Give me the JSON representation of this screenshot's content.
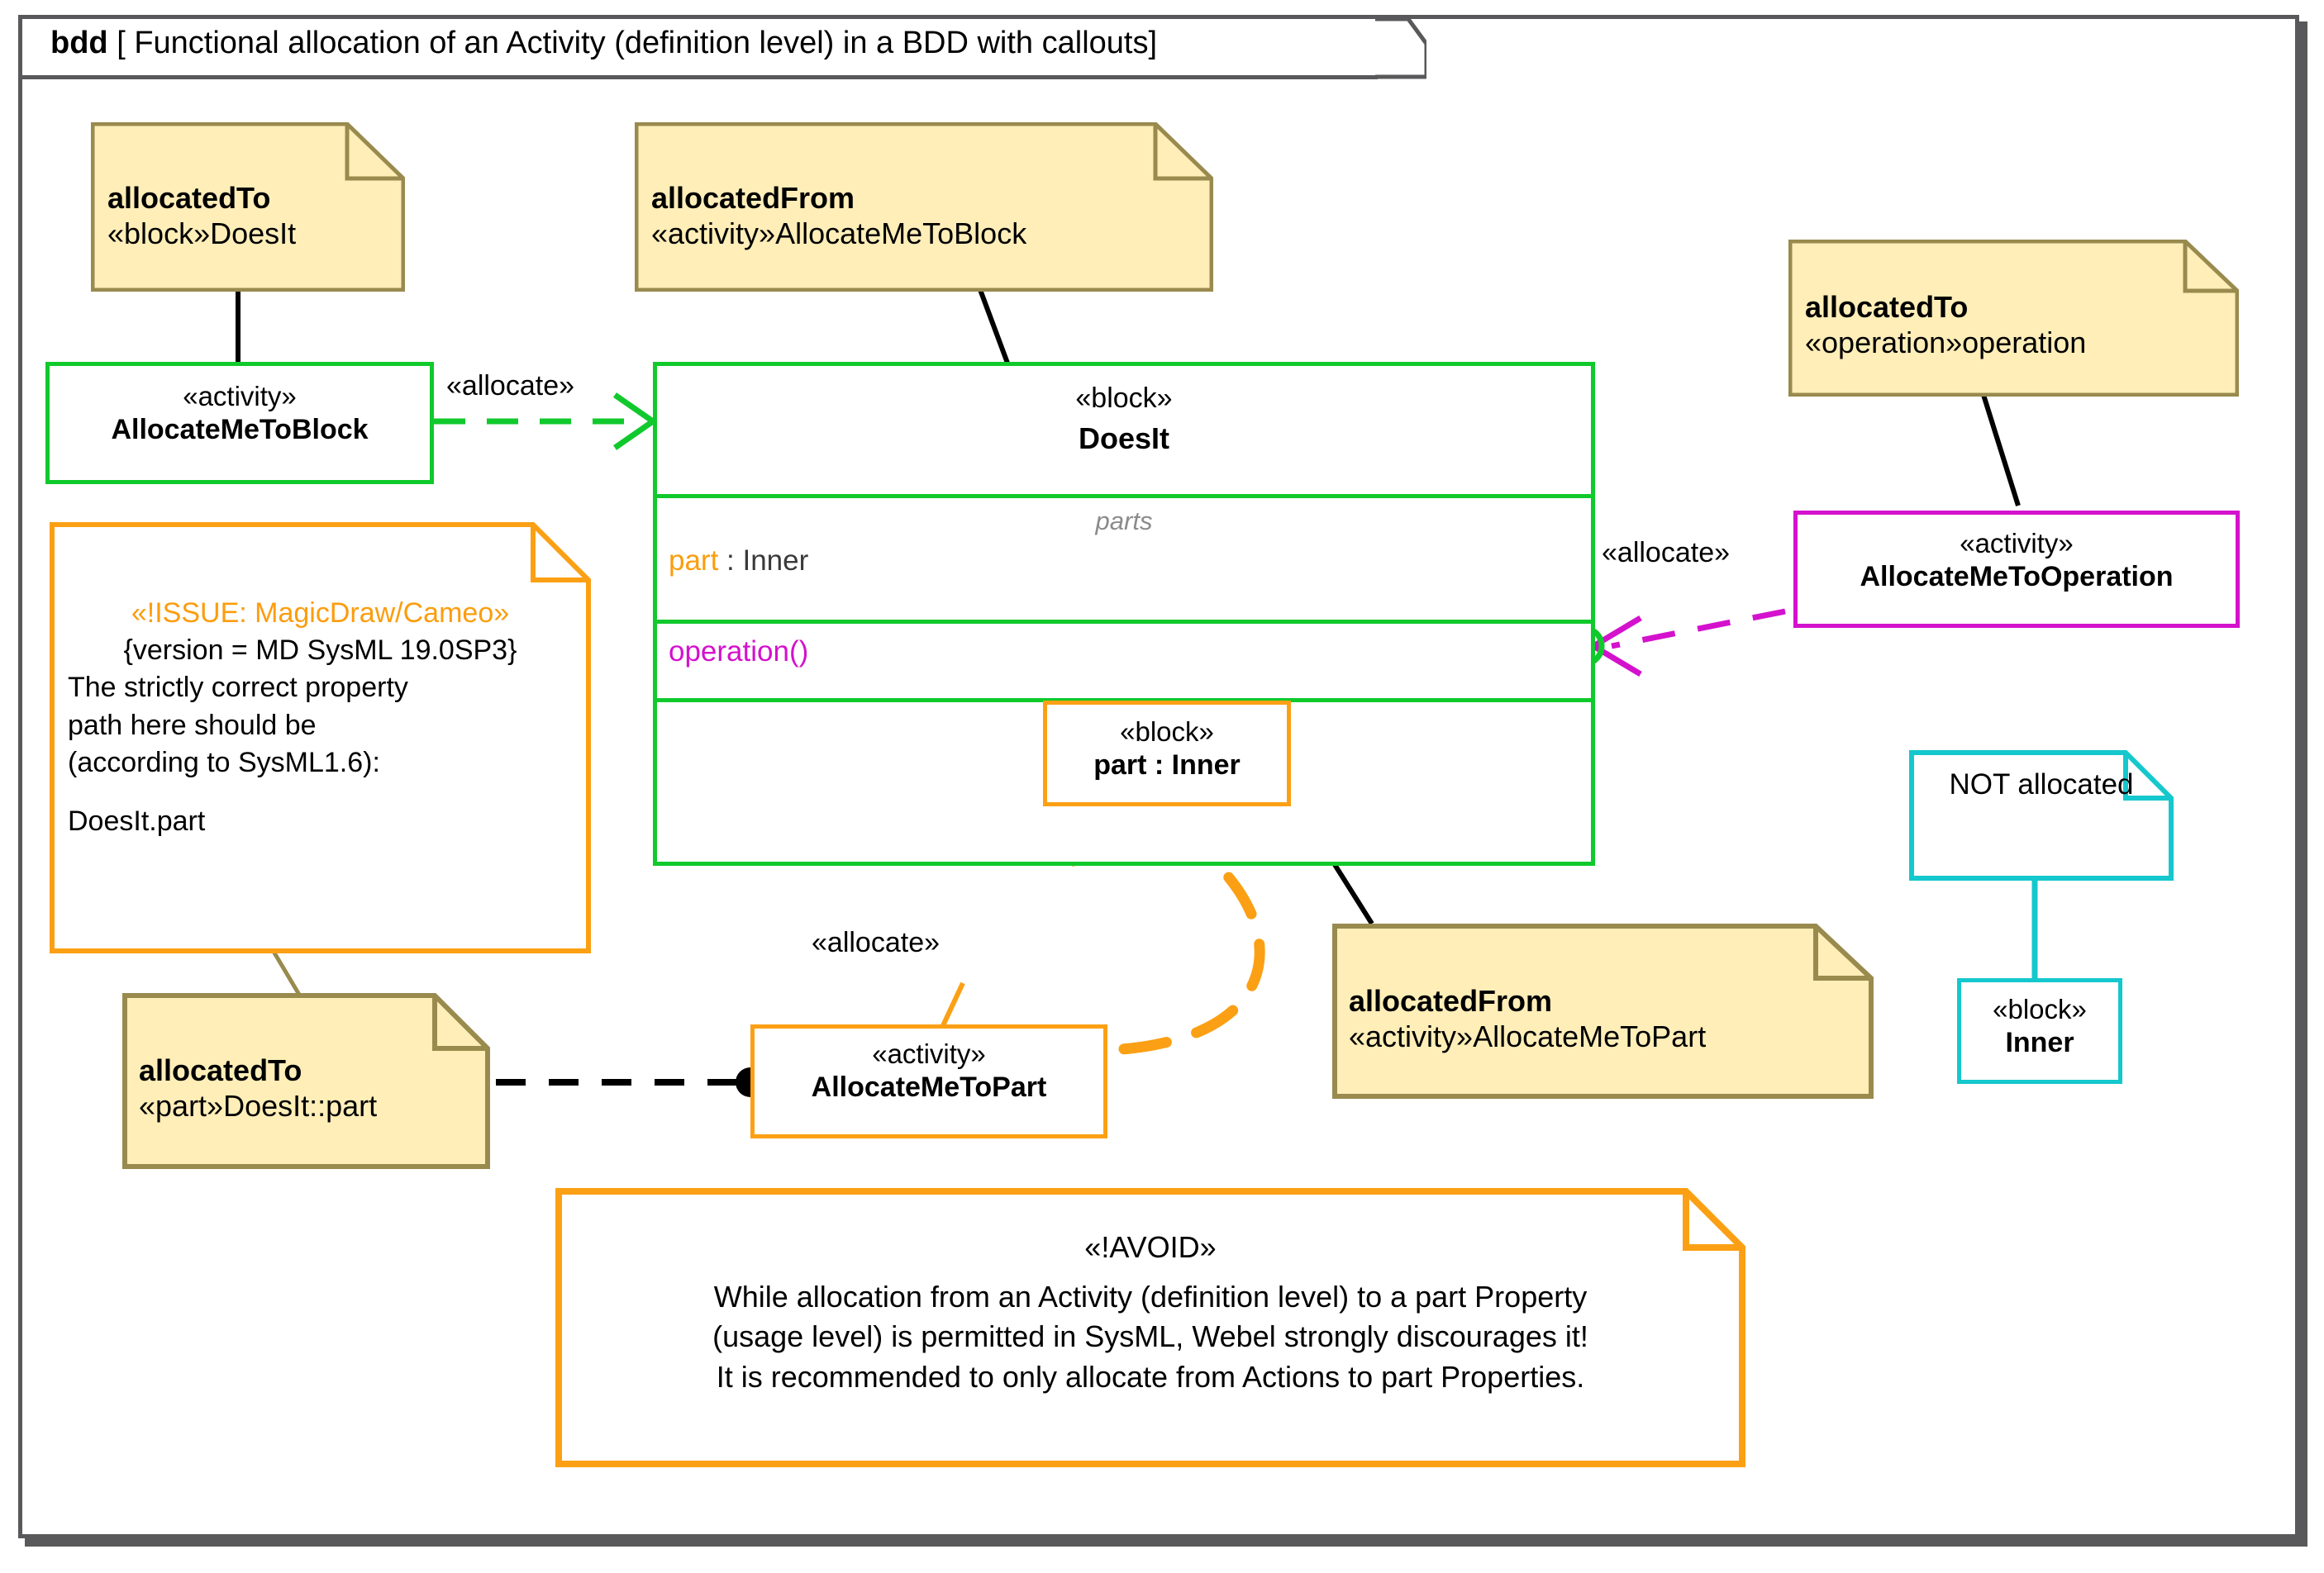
{
  "diagram": {
    "frame_kind": "bdd",
    "frame_title": "[ Functional allocation of an Activity (definition level) in a BDD with callouts]",
    "colors": {
      "frame": "#59595b",
      "note_fill": "#ffeeb8",
      "note_border": "#998a4e",
      "green": "#10c92c",
      "magenta": "#d411cd",
      "orange": "#fba014",
      "cyan": "#14c8cd",
      "parts_label": "#8b8b8b"
    }
  },
  "notes": {
    "allocated_to_block": {
      "title": "allocatedTo",
      "body": "«block»DoesIt"
    },
    "allocated_from_activity": {
      "title": "allocatedFrom",
      "body": "«activity»AllocateMeToBlock"
    },
    "allocated_to_operation": {
      "title": "allocatedTo",
      "body": "«operation»operation"
    },
    "allocated_from_part_activity": {
      "title": "allocatedFrom",
      "body": "«activity»AllocateMeToPart"
    },
    "allocated_to_part": {
      "title": "allocatedTo",
      "body": "«part»DoesIt::part"
    },
    "not_allocated": {
      "body": "NOT allocated"
    },
    "issue": {
      "stereotype": "«!ISSUE: MagicDraw/Cameo»",
      "version": "{version = MD SysML 19.0SP3}",
      "line1": "The strictly correct property",
      "line2": "path here should be",
      "line3": "(according to SysML1.6):",
      "line4": "DoesIt.part"
    },
    "avoid": {
      "stereotype": "«!AVOID»",
      "line1": "While allocation from an Activity (definition level) to a part Property",
      "line2": "(usage level) is permitted in SysML, Webel strongly discourages it!",
      "line3": "It is recommended to only allocate from Actions to part Properties."
    }
  },
  "nodes": {
    "activity_allocate_me_to_block": {
      "stereotype": "«activity»",
      "name": "AllocateMeToBlock"
    },
    "block_does_it": {
      "stereotype": "«block»",
      "name": "DoesIt",
      "parts_compartment_label": "parts",
      "part_property_name": "part",
      "part_property_type": ": Inner",
      "operation": "operation()"
    },
    "inner_part_usage": {
      "stereotype": "«block»",
      "name": "part : Inner"
    },
    "activity_allocate_me_to_operation": {
      "stereotype": "«activity»",
      "name": "AllocateMeToOperation"
    },
    "activity_allocate_me_to_part": {
      "stereotype": "«activity»",
      "name": "AllocateMeToPart"
    },
    "block_inner": {
      "stereotype": "«block»",
      "name": "Inner"
    }
  },
  "edges": {
    "allocate_block": "«allocate»",
    "allocate_operation": "«allocate»",
    "allocate_part": "«allocate»"
  }
}
